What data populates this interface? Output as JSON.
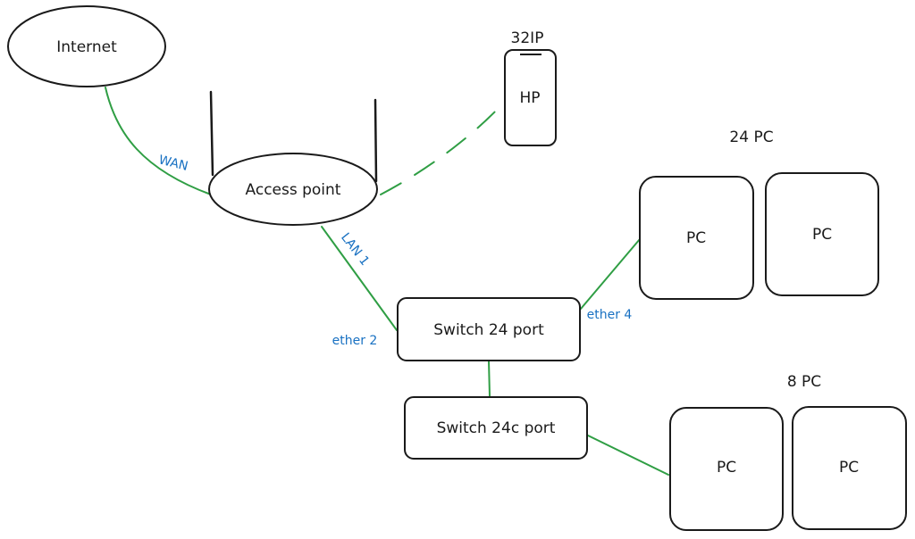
{
  "colors": {
    "wire": "#2f9e44",
    "edge_label": "#1971c2",
    "stroke": "#1a1a1a"
  },
  "nodes": {
    "internet": "Internet",
    "access_point": "Access point",
    "hp": "HP",
    "hp_caption": "32IP",
    "switch_main": "Switch 24 port",
    "switch_second": "Switch 24c port",
    "pc_group_top_caption": "24 PC",
    "pc_group_bottom_caption": "8 PC",
    "pc_top_1": "PC",
    "pc_top_2": "PC",
    "pc_bottom_1": "PC",
    "pc_bottom_2": "PC"
  },
  "edges": {
    "wan": "WAN",
    "lan1": "LAN 1",
    "ether2": "ether 2",
    "ether4": "ether 4"
  }
}
